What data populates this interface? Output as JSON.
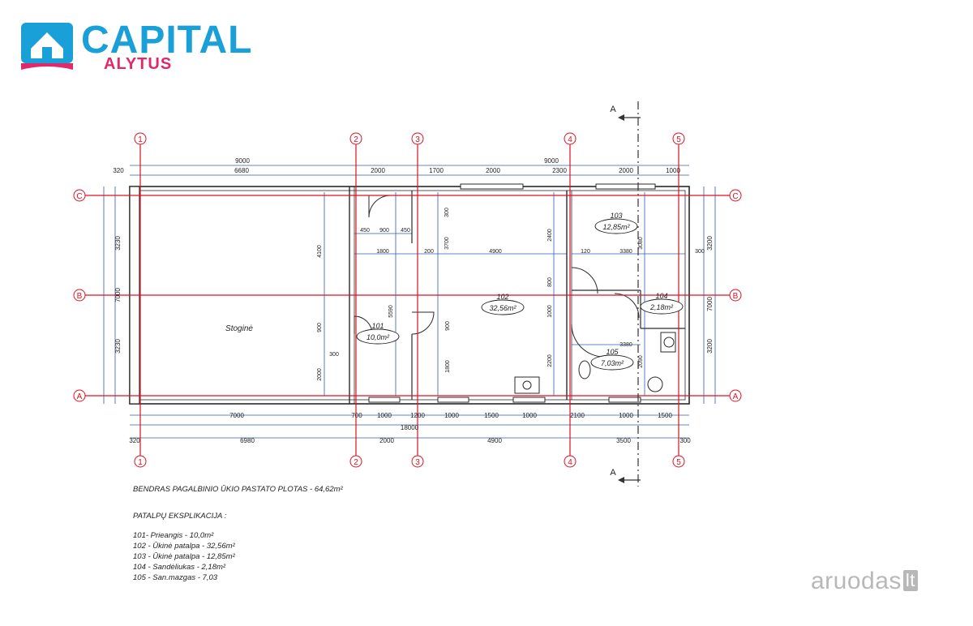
{
  "brand": {
    "name": "CAPITAL",
    "city": "ALYTUS",
    "primary_color": "#1aa0d8",
    "accent_color": "#e0286a"
  },
  "plan": {
    "axes_columns": [
      "1",
      "2",
      "3",
      "4",
      "5"
    ],
    "axes_rows": [
      "C",
      "B",
      "A"
    ],
    "section_mark": "A",
    "dims_top_overall": [
      "9000",
      "9000"
    ],
    "dims_top_row2": [
      "320",
      "6680",
      "2000",
      "1700",
      "2000",
      "2300",
      "2000",
      "1000"
    ],
    "dims_bottom_row1": [
      "7000",
      "700",
      "1000",
      "1200",
      "1000",
      "1500",
      "1000",
      "2100",
      "1000",
      "1500"
    ],
    "dims_bottom_overall": "18000",
    "dims_bottom_row3": [
      "320",
      "6980",
      "2000",
      "4900",
      "3500",
      "300"
    ],
    "dims_left": [
      "3230",
      "7000",
      "3230"
    ],
    "dims_right": [
      "3200",
      "7000",
      "3200"
    ],
    "inner_dims": [
      "4100",
      "5590",
      "900",
      "2000",
      "1800",
      "200",
      "4900",
      "450",
      "900",
      "450",
      "300",
      "3700",
      "300",
      "900",
      "1800",
      "2400",
      "800",
      "1000",
      "2200",
      "120",
      "3380",
      "3080",
      "300",
      "3380",
      "2090"
    ],
    "canopy_label": "Stoginė",
    "rooms": [
      {
        "number": "101",
        "area": "10,0m²"
      },
      {
        "number": "102",
        "area": "32,56m²"
      },
      {
        "number": "103",
        "area": "12,85m²"
      },
      {
        "number": "104",
        "area": "2,18m²"
      },
      {
        "number": "105",
        "area": "7,03m²"
      }
    ]
  },
  "notes": {
    "total_area": "BENDRAS PAGALBINIO ŪKIO PASTATO PLOTAS - 64,62m²",
    "heading": "PATALPŲ EKSPLIKACIJA :",
    "items": [
      "101- Prieangis - 10,0m²",
      "102 - Ūkinė patalpa - 32,56m²",
      "103 - Ūkinė patalpa - 12,85m²",
      "104 - Sandėliukas - 2,18m²",
      "105 - San.mazgas - 7,03"
    ]
  },
  "watermark": {
    "text": "aruodas",
    "suffix": "lt"
  }
}
